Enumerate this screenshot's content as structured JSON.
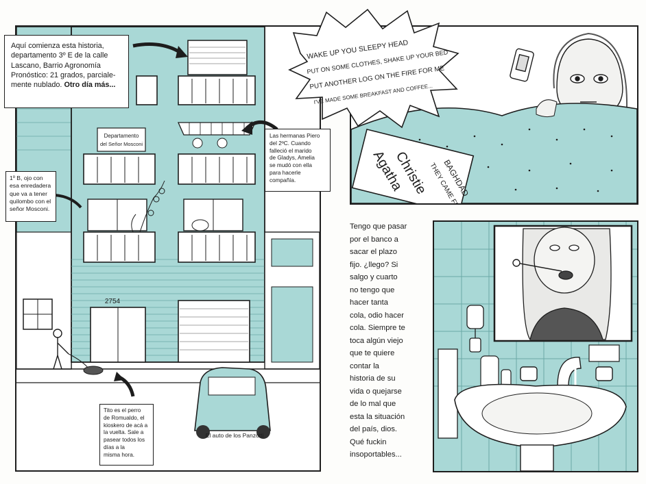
{
  "colors": {
    "teal": "#a9d8d6",
    "teal_dark": "#7fc0bd",
    "ink": "#1d1d1d",
    "paper": "#ffffff"
  },
  "caption_intro": {
    "line1": "Aquí comienza esta historia,",
    "line2": "departamento 3º E de la calle",
    "line3": "Lascano, Barrio Agronomía",
    "line4": "Pronóstico: 21 grados, parciale-",
    "line5_pre": "mente nublado. ",
    "line5_bold": "Otro día más..."
  },
  "sign_mosconi": {
    "line1": "Departamento",
    "line2": "del Señor Mosconi"
  },
  "caption_piero": {
    "line1": "Las hermanas Piero",
    "line2": "del 2ºC. Cuando",
    "line3": "falleció el marido",
    "line4": "de Gladys, Amelia",
    "line5": "se mudó con ella",
    "line6": "para hacerle compañía."
  },
  "caption_1b": {
    "line1": "1º B, ojo con",
    "line2": "esa enredadera",
    "line3": "que va a tener",
    "line4": "quilombo con el",
    "line5": "señor Mosconi."
  },
  "building_number": "2754",
  "caption_tito": {
    "line1": "Tito es el perro",
    "line2": "de Romualdo, el",
    "line3": "kioskero de acá a",
    "line4": "la vuelta. Sale a",
    "line5": "pasear todos los",
    "line6": "días a la",
    "line7": "misma hora."
  },
  "car_label": "El auto de los Panzotti",
  "song_bubble": {
    "line1": "WAKE UP YOU SLEEPY HEAD",
    "line2": "PUT ON SOME CLOTHES, SHAKE UP YOUR BED",
    "line3": "PUT ANOTHER LOG ON THE FIRE FOR ME",
    "line4": "I'VE MADE SOME BREAKFAST AND COFFEE..."
  },
  "book": {
    "author1": "Agatha",
    "author2": "Christie",
    "title1": "THEY CAME FROM",
    "title2": "BAGHDAD"
  },
  "monologue": {
    "lines": [
      "Tengo que pasar",
      "por el banco a",
      "sacar el plazo",
      "fijo. ¿llego? Si",
      "salgo y cuarto",
      "no tengo que",
      "hacer tanta",
      "cola, odio hacer",
      "cola. Siempre te",
      "toca algún viejo",
      "que te quiere",
      "contar la",
      "historia de su",
      "vida o quejarse",
      "de lo mal que",
      "esta la situación",
      "del país, dios.",
      "Qué fuckin",
      "insoportables..."
    ]
  }
}
